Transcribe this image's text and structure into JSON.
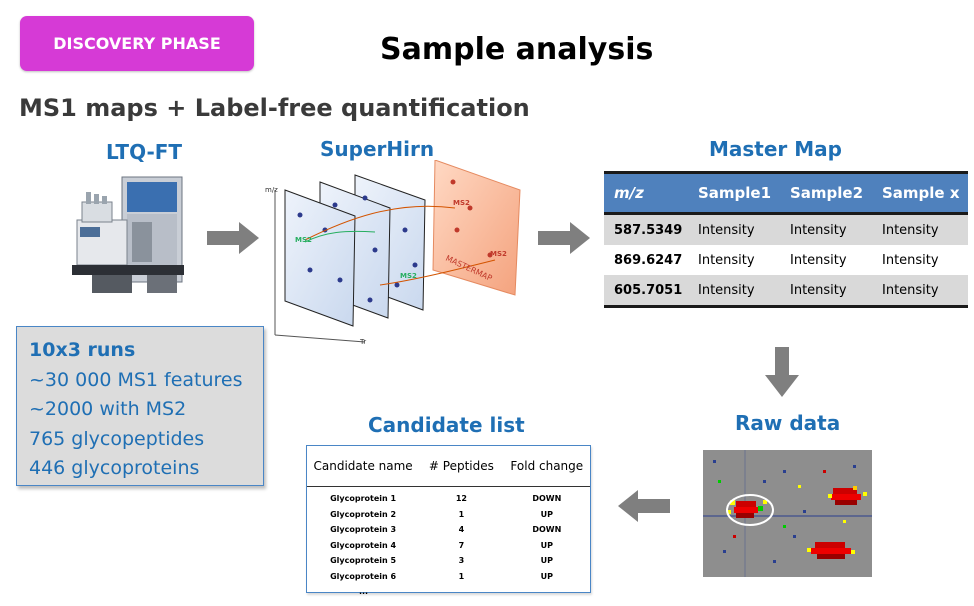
{
  "badge": "DISCOVERY PHASE",
  "title": "Sample analysis",
  "subtitle": "MS1 maps + Label-free quantification",
  "labels": {
    "instrument": "LTQ-FT",
    "software": "SuperHirn",
    "master_map": "Master Map",
    "raw_data": "Raw data",
    "candidate_list": "Candidate list"
  },
  "ms_diagram": {
    "axis_y": "m/z",
    "axis_x": "Tr",
    "ms2_label": "MS2",
    "mastermap_label": "MASTERMAP"
  },
  "stats": [
    "10x3 runs",
    "~30 000 MS1 features",
    "~2000 with MS2",
    "765 glycopeptides",
    "446 glycoproteins"
  ],
  "master_map_table": {
    "headers": [
      "m/z",
      "Sample1",
      "Sample2",
      "Sample x"
    ],
    "rows": [
      [
        "587.5349",
        "Intensity",
        "Intensity",
        "Intensity"
      ],
      [
        "869.6247",
        "Intensity",
        "Intensity",
        "Intensity"
      ],
      [
        "605.7051",
        "Intensity",
        "Intensity",
        "Intensity"
      ]
    ]
  },
  "candidate_table": {
    "headers": [
      "Candidate name",
      "# Peptides",
      "Fold change"
    ],
    "rows": [
      [
        "Glycoprotein 1",
        "12",
        "DOWN"
      ],
      [
        "Glycoprotein 2",
        "1",
        "UP"
      ],
      [
        "Glycoprotein 3",
        "4",
        "DOWN"
      ],
      [
        "Glycoprotein 4",
        "7",
        "UP"
      ],
      [
        "Glycoprotein 5",
        "3",
        "UP"
      ],
      [
        "Glycoprotein 6",
        "1",
        "UP"
      ]
    ],
    "ellipsis": "..."
  },
  "colors": {
    "badge": "#d63ad6",
    "label_blue": "#1f6fb4",
    "table_header": "#4f81bd",
    "arrow": "#7f7f7f",
    "stats_bg": "#dcdcdc"
  }
}
